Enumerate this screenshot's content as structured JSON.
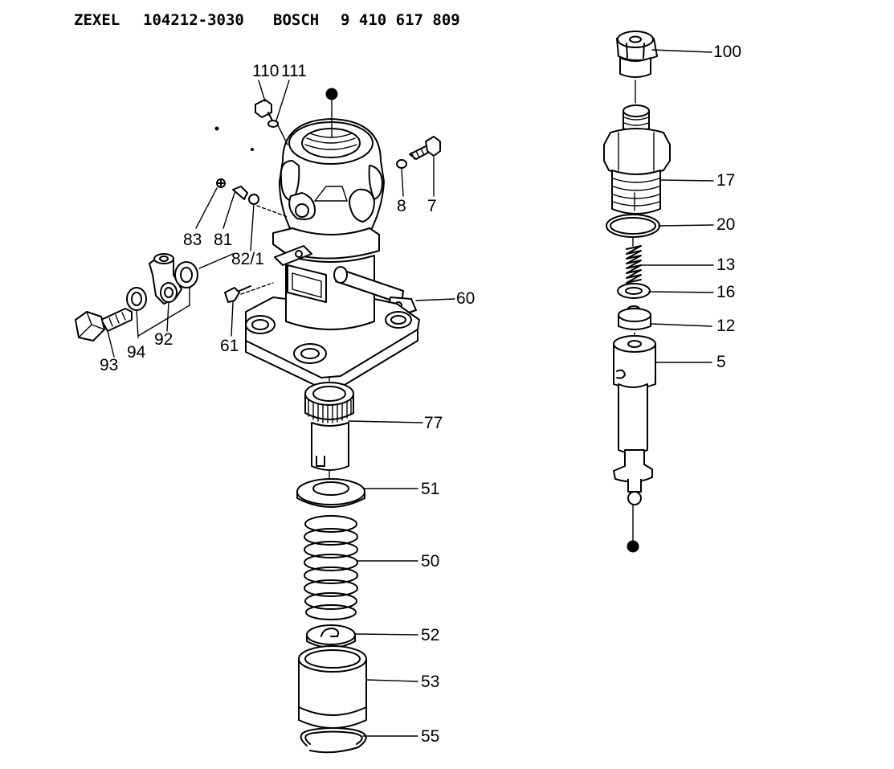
{
  "header": {
    "brand1": "ZEXEL",
    "part1": "104212-3030",
    "brand2": "BOSCH",
    "part2": "9 410 617 809"
  },
  "callouts": {
    "c100": "100",
    "c17": "17",
    "c20": "20",
    "c13": "13",
    "c16": "16",
    "c12": "12",
    "c5": "5",
    "c110": "110",
    "c111": "111",
    "c7": "7",
    "c8": "8",
    "c83": "83",
    "c81": "81",
    "c82_1": "82/1",
    "c60": "60",
    "c61": "61",
    "c92": "92",
    "c93": "93",
    "c94": "94",
    "c77": "77",
    "c51": "51",
    "c50": "50",
    "c52": "52",
    "c53": "53",
    "c55": "55"
  }
}
